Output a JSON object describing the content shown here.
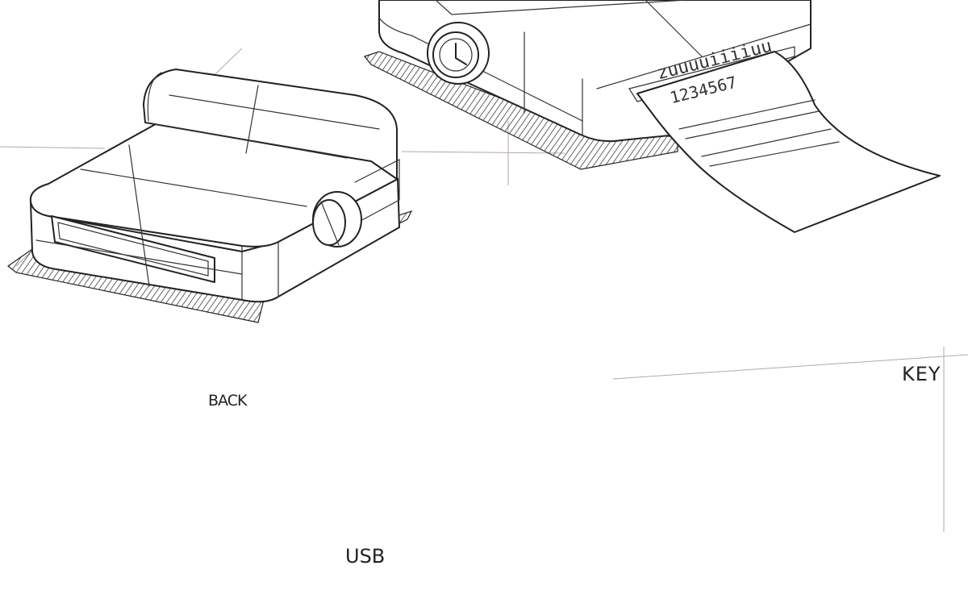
{
  "labels": {
    "back": "BACK",
    "usb": "USB",
    "key": "KEY"
  },
  "paper": {
    "line1": "zuuuuiiiiuu",
    "line2": "1234567"
  },
  "icons": [
    "printer-sketch",
    "paper-output",
    "rotation-arrow",
    "usb-port",
    "power-key",
    "pointing-hand"
  ]
}
